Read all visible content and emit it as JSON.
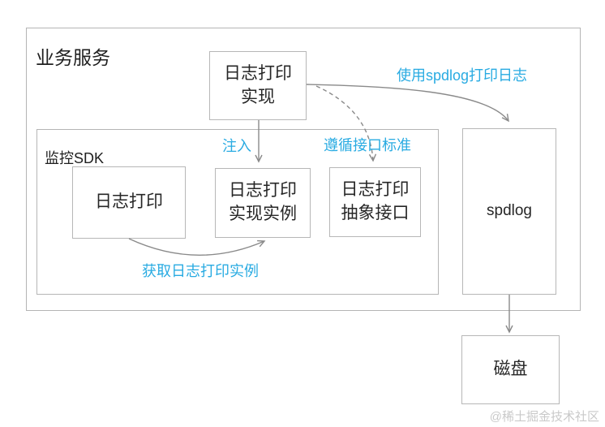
{
  "diagram": {
    "frames": {
      "business_service": {
        "label": "业务服务"
      },
      "monitor_sdk": {
        "label": "监控SDK"
      }
    },
    "nodes": {
      "log_print_impl": {
        "label": "日志打印\n实现"
      },
      "log_print": {
        "label": "日志打印"
      },
      "log_print_instance": {
        "label": "日志打印\n实现实例"
      },
      "log_print_interface": {
        "label": "日志打印\n抽象接口"
      },
      "spdlog": {
        "label": "spdlog"
      },
      "disk": {
        "label": "磁盘"
      }
    },
    "edges": {
      "inject": {
        "label": "注入",
        "style": "solid"
      },
      "follow_interface_standard": {
        "label": "遵循接口标准",
        "style": "dashed"
      },
      "use_spdlog_print_log": {
        "label": "使用spdlog打印日志",
        "style": "solid"
      },
      "get_log_print_instance": {
        "label": "获取日志打印实例",
        "style": "solid"
      },
      "spdlog_to_disk": {
        "label": "",
        "style": "solid"
      }
    },
    "colors": {
      "accent_blue": "#29abe2",
      "box_border": "#b5b5b5",
      "arrow_gray": "#8a8a8a",
      "text": "#262626",
      "watermark_gray": "#c9c9c9"
    },
    "watermark": "@稀土掘金技术社区"
  }
}
